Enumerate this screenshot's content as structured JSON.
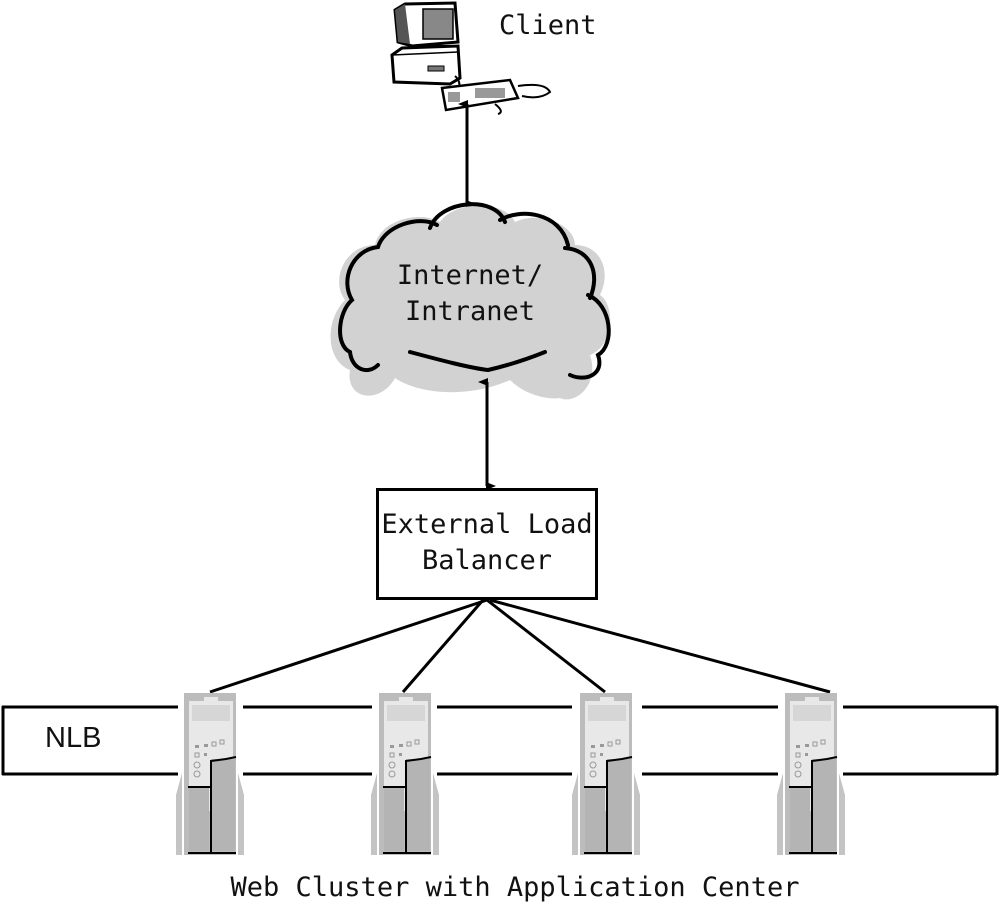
{
  "diagram": {
    "type": "network-architecture",
    "nodes": {
      "client": {
        "label": "Client",
        "icon": "desktop-computer-icon"
      },
      "network": {
        "label_line1": "Internet/",
        "label_line2": "Intranet",
        "icon": "cloud-icon"
      },
      "load_balancer": {
        "label_line1": "External Load",
        "label_line2": "Balancer"
      },
      "nlb": {
        "label": "NLB"
      },
      "servers": [
        {
          "id": "server-1",
          "icon": "tower-server-icon"
        },
        {
          "id": "server-2",
          "icon": "tower-server-icon"
        },
        {
          "id": "server-3",
          "icon": "tower-server-icon"
        },
        {
          "id": "server-4",
          "icon": "tower-server-icon"
        }
      ]
    },
    "edges": [
      {
        "from": "client",
        "to": "network",
        "style": "bidirectional-arrow"
      },
      {
        "from": "network",
        "to": "load_balancer",
        "style": "bidirectional-arrow"
      },
      {
        "from": "load_balancer",
        "to": "server-1",
        "style": "line"
      },
      {
        "from": "load_balancer",
        "to": "server-2",
        "style": "line"
      },
      {
        "from": "load_balancer",
        "to": "server-3",
        "style": "line"
      },
      {
        "from": "load_balancer",
        "to": "server-4",
        "style": "line"
      }
    ],
    "caption": "Web Cluster with Application Center"
  },
  "colors": {
    "line": "#000000",
    "cloud_fill": "#d4d4d4",
    "server_light": "#e6e6e6",
    "server_dark": "#b8b8b8",
    "background": "#ffffff"
  }
}
